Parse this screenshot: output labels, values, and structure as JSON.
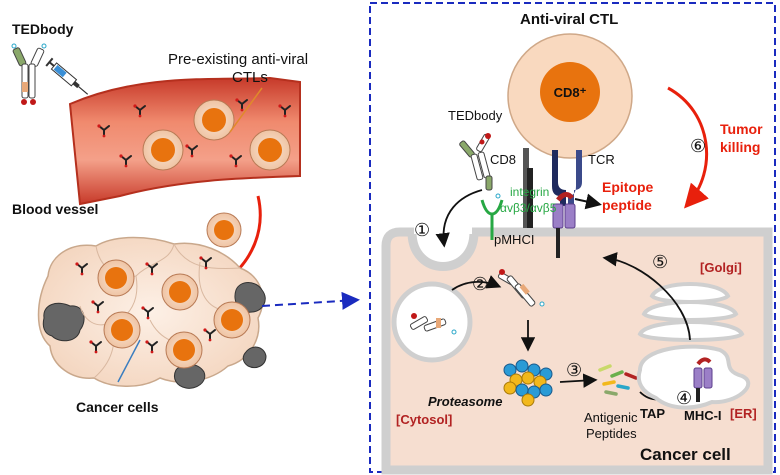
{
  "left": {
    "tedbody_title": "TEDbody",
    "ctl_label_line1": "Pre-existing anti-viral",
    "ctl_label_line2": "CTLs",
    "blood_vessel": "Blood vessel",
    "cancer_cells": "Cancer cells"
  },
  "right": {
    "title": "Anti-viral CTL",
    "cd8_plus": "CD8⁺",
    "tedbody": "TEDbody",
    "cd8": "CD8",
    "tcr": "TCR",
    "integrin": "integrin",
    "integrin_types": "αvβ3/αvβ5",
    "tumor_killing_1": "Tumor",
    "tumor_killing_2": "killing",
    "epitope_1": "Epitope",
    "epitope_2": "peptide",
    "pmhci": "pMHCI",
    "golgi": "[Golgi]",
    "er": "[ER]",
    "cytosol": "[Cytosol]",
    "proteasome": "Proteasome",
    "antigenic_1": "Antigenic",
    "antigenic_2": "Peptides",
    "tap": "TAP",
    "mhc_i": "MHC-I",
    "cancer_cell": "Cancer cell"
  },
  "steps": [
    "①",
    "②",
    "③",
    "④",
    "⑤",
    "⑥"
  ],
  "colors": {
    "frame": "#1a2bbf",
    "cell_fill": "#f6ded0",
    "membrane": "#cfcfcf",
    "nucleus": "#e8730e",
    "ctl_cell": "#f9d9bf",
    "red": "#e8200c",
    "darkred": "#b22222",
    "green": "#27a844",
    "mhc": "#9b7fc7"
  },
  "icons": [
    "antibody-icon",
    "syringe-icon",
    "proteasome-icon",
    "golgi-icon",
    "er-icon"
  ]
}
